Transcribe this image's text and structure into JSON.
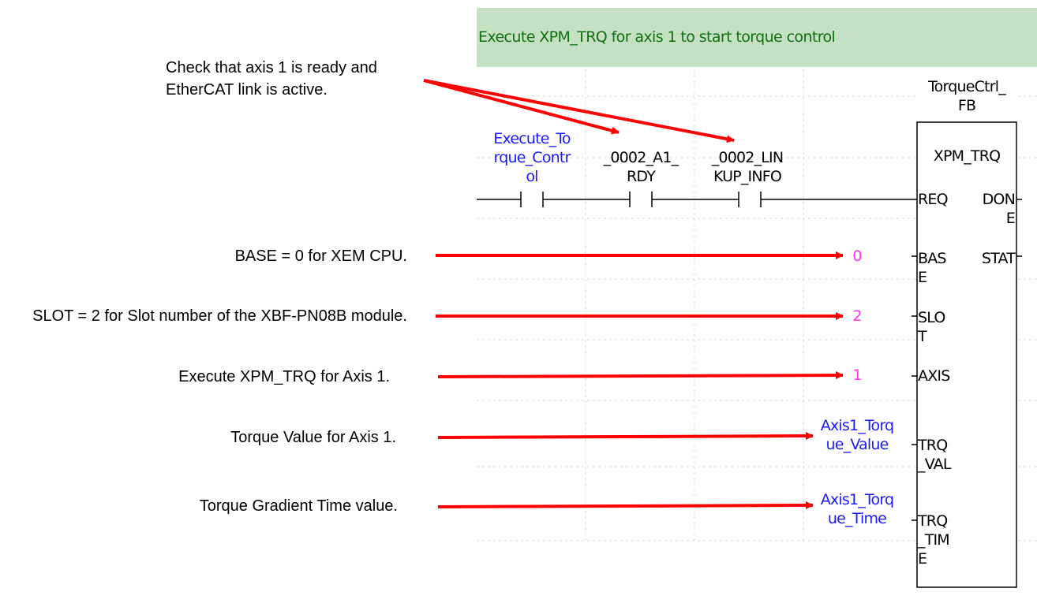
{
  "rung_comment": "Execute XPM_TRQ for axis 1 to start torque control",
  "annotations": {
    "ready_check": [
      "Check that axis 1 is ready and",
      "EtherCAT link is active."
    ],
    "base": "BASE = 0 for XEM CPU.",
    "slot": "SLOT = 2 for Slot number of the XBF-PN08B module.",
    "axis": "Execute XPM_TRQ for Axis 1.",
    "torque_value": "Torque Value for Axis 1.",
    "torque_time": "Torque Gradient Time value."
  },
  "contacts": [
    {
      "lines": [
        "Execute_To",
        "rque_Contr",
        "ol"
      ],
      "color": "blue"
    },
    {
      "lines": [
        "_0002_A1_",
        "RDY"
      ],
      "color": "black"
    },
    {
      "lines": [
        "_0002_LIN",
        "KUP_INFO"
      ],
      "color": "black"
    }
  ],
  "function_block": {
    "instance": [
      "TorqueCtrl_",
      "FB"
    ],
    "name": "XPM_TRQ",
    "inputs": [
      {
        "label": "REQ",
        "value": [],
        "value_color": ""
      },
      {
        "label": "BAS\nE",
        "value": [
          "0"
        ],
        "value_color": "pink"
      },
      {
        "label": "SLO\nT",
        "value": [
          "2"
        ],
        "value_color": "pink"
      },
      {
        "label": "AXIS",
        "value": [
          "1"
        ],
        "value_color": "pink"
      },
      {
        "label": "TRQ\n_VAL",
        "value": [
          "Axis1_Torq",
          "ue_Value"
        ],
        "value_color": "blue"
      },
      {
        "label": "TRQ\n_TIM\nE",
        "value": [
          "Axis1_Torq",
          "ue_Time"
        ],
        "value_color": "blue"
      }
    ],
    "outputs": [
      {
        "label": "DON\nE"
      },
      {
        "label": "STAT"
      }
    ]
  },
  "colors": {
    "comment_bg": "#c6e0c4",
    "comment_text": "#107010",
    "arrow": "#ff0000",
    "variable": "#1a1aff",
    "constant": "#ff33ee",
    "grid": "#d8d8d8"
  }
}
